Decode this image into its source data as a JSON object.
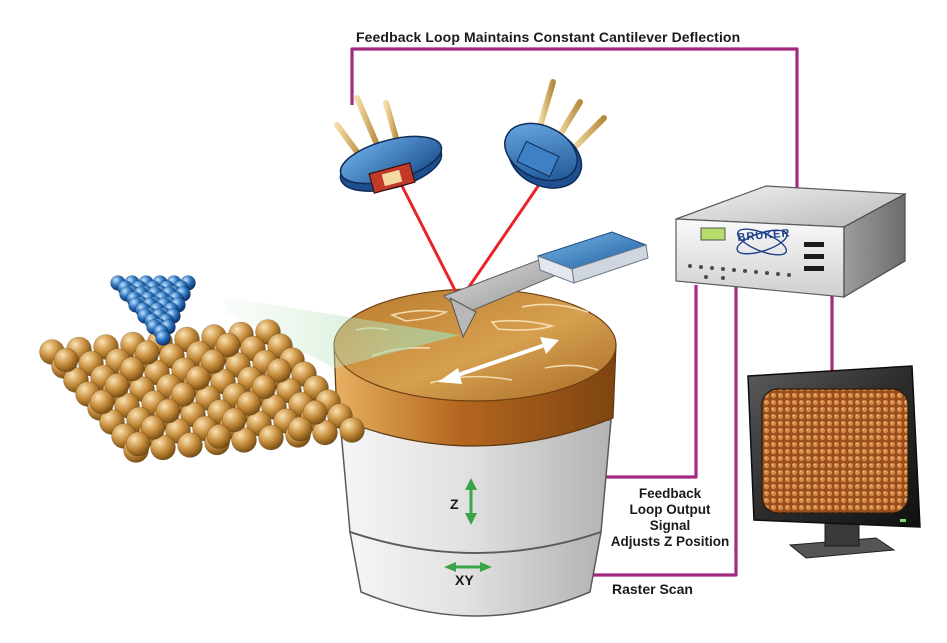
{
  "labels": {
    "feedback_loop_title": "Feedback Loop Maintains Constant Cantilever Deflection",
    "feedback_output_lines": [
      "Feedback",
      "Loop Output",
      "Signal",
      "Adjusts Z Position"
    ],
    "raster_scan": "Raster Scan",
    "z_axis": "Z",
    "xy_axis": "XY",
    "controller_brand": "BRUKER"
  },
  "colors": {
    "feedback_wire": "#a3287f",
    "laser_beam": "#e8242b",
    "sample_surface": "#c98a3c",
    "scanner_body": "#dcdcdc",
    "laser_diode": "#2c6db5",
    "axis_arrow": "#3aa44a",
    "atom_tip": "#2a6fb0",
    "atom_sample": "#c8913e"
  }
}
